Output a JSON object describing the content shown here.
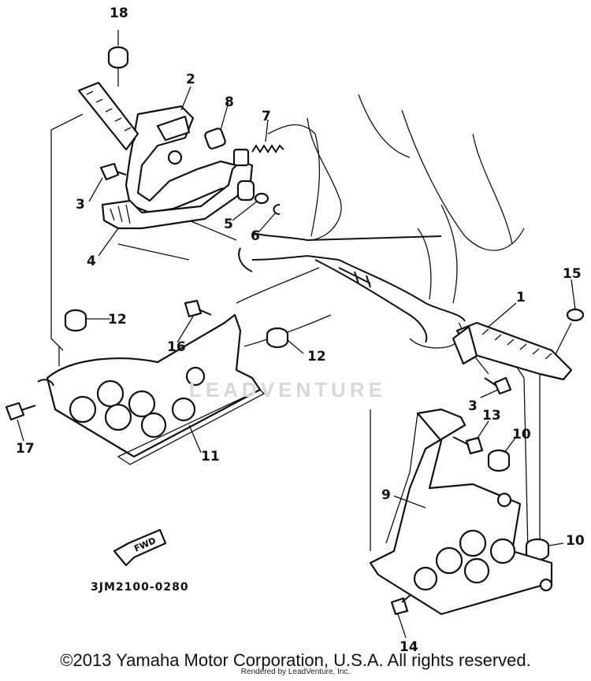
{
  "diagram": {
    "drawing_code": "3JM2100-0280",
    "fwd_label": "FWD",
    "callouts": [
      {
        "id": "c1",
        "label": "1"
      },
      {
        "id": "c2",
        "label": "2"
      },
      {
        "id": "c3a",
        "label": "3"
      },
      {
        "id": "c3b",
        "label": "3"
      },
      {
        "id": "c4",
        "label": "4"
      },
      {
        "id": "c5",
        "label": "5"
      },
      {
        "id": "c6",
        "label": "6"
      },
      {
        "id": "c7",
        "label": "7"
      },
      {
        "id": "c8",
        "label": "8"
      },
      {
        "id": "c9",
        "label": "9"
      },
      {
        "id": "c10a",
        "label": "10"
      },
      {
        "id": "c10b",
        "label": "10"
      },
      {
        "id": "c11",
        "label": "11"
      },
      {
        "id": "c12a",
        "label": "12"
      },
      {
        "id": "c12b",
        "label": "12"
      },
      {
        "id": "c13",
        "label": "13"
      },
      {
        "id": "c14",
        "label": "14"
      },
      {
        "id": "c15",
        "label": "15"
      },
      {
        "id": "c16",
        "label": "16"
      },
      {
        "id": "c17",
        "label": "17"
      },
      {
        "id": "c18",
        "label": "18"
      }
    ]
  },
  "watermark": "LEADVENTURE",
  "footer": {
    "copyright": "©2013 Yamaha Motor Corporation, U.S.A. All rights reserved.",
    "rendered_by": "Rendered by LeadVenture, Inc."
  }
}
